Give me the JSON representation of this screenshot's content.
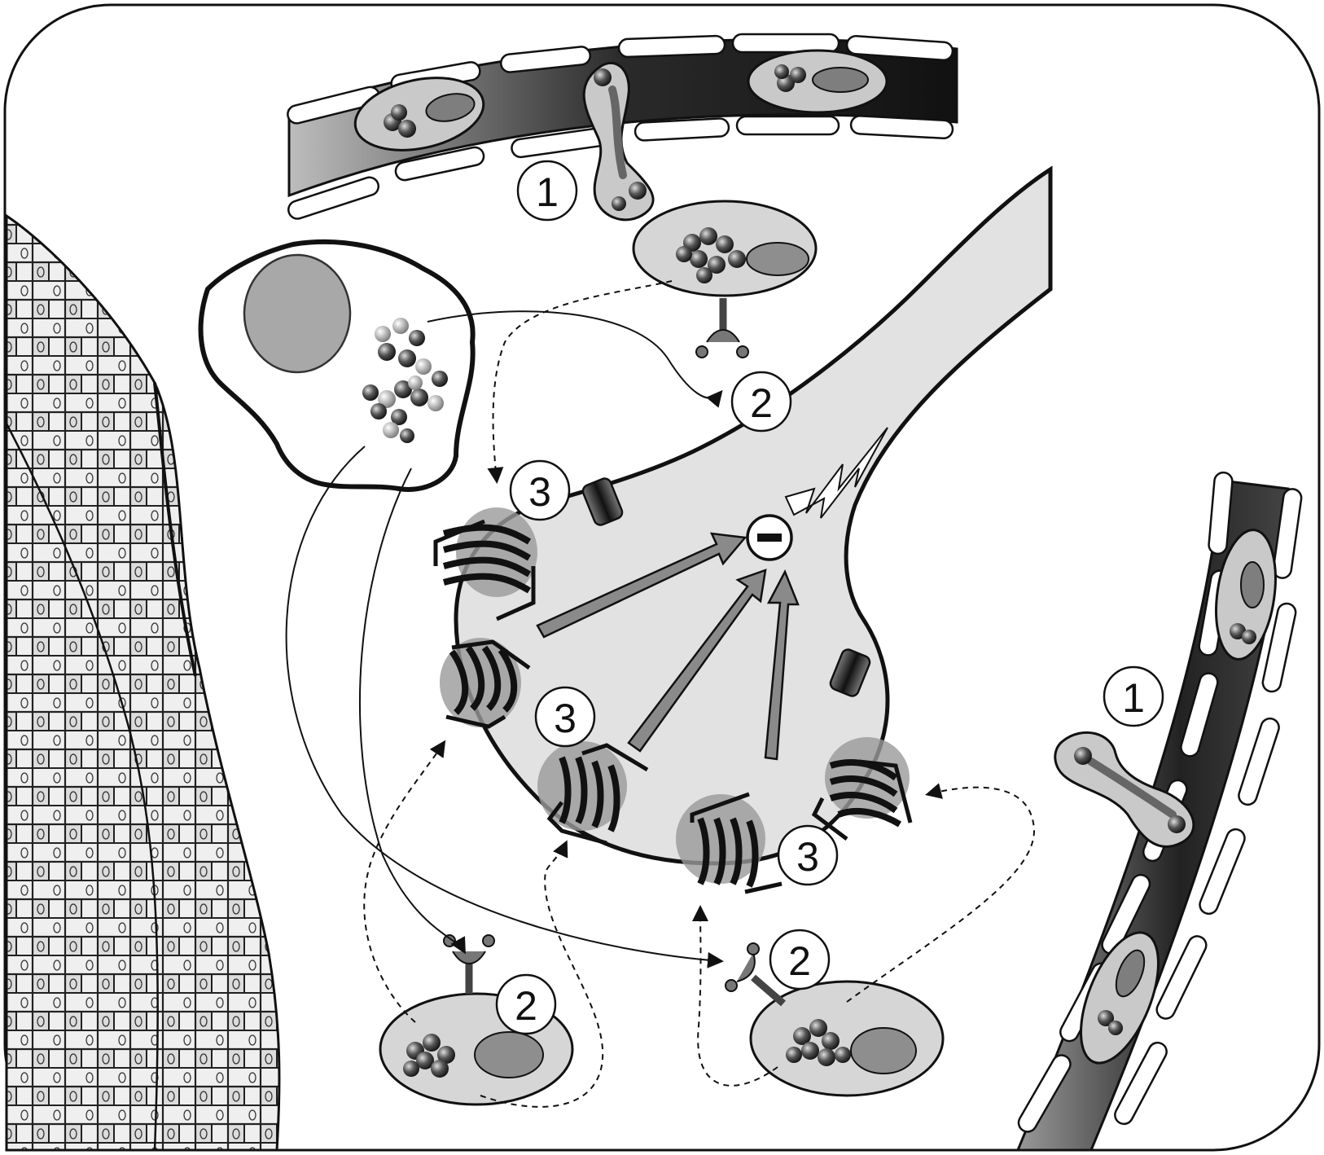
{
  "labels": {
    "vessel_top": "1",
    "vessel_right": "1",
    "receptor_top": "2",
    "receptor_bottom_left": "2",
    "receptor_bottom_right": "2",
    "synapse_top": "3",
    "synapse_left": "3",
    "synapse_bottom": "3",
    "inhibition": "−"
  },
  "colors": {
    "outline": "#111111",
    "neuron_fill": "#e2e2e2",
    "cell_fill": "#d6d6d6",
    "nucleus_fill": "#8e8e8e",
    "arrow_fill": "#8a8a8a",
    "vessel_dark": "#222222",
    "vessel_light": "#9a9a9a",
    "background": "#ffffff"
  }
}
